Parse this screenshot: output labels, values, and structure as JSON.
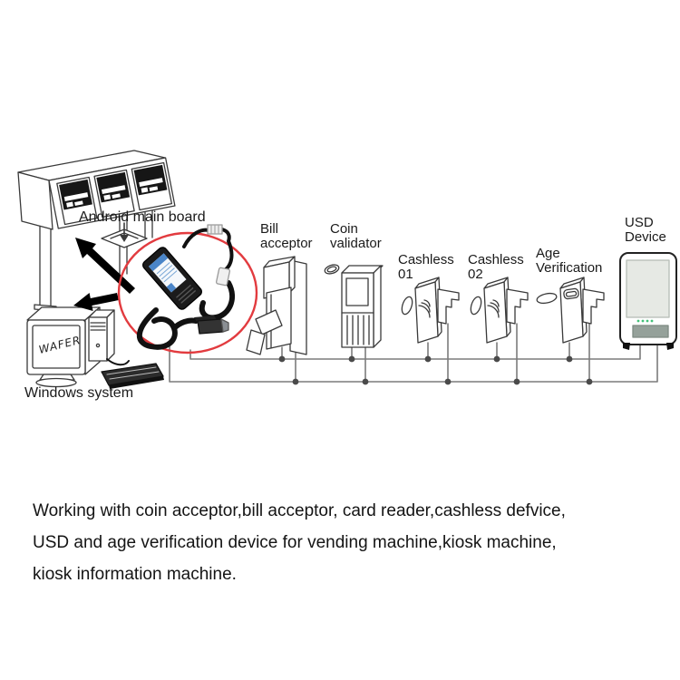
{
  "diagram": {
    "android_board": {
      "label": "Android main board"
    },
    "windows_system": {
      "label": "Windows system",
      "monitor_text": "WAFER"
    },
    "devices": [
      {
        "id": "bill-acceptor",
        "label_line1": "Bill",
        "label_line2": "acceptor"
      },
      {
        "id": "coin-validator",
        "label_line1": "Coin",
        "label_line2": "validator"
      },
      {
        "id": "cashless-01",
        "label_line1": "Cashless",
        "label_line2": "01"
      },
      {
        "id": "cashless-02",
        "label_line1": "Cashless",
        "label_line2": "02"
      },
      {
        "id": "age-verification",
        "label_line1": "Age",
        "label_line2": "Verification"
      },
      {
        "id": "usd-device",
        "label_line1": "USD",
        "label_line2": "Device"
      }
    ],
    "colors": {
      "highlight_circle_red": "#e23b3f",
      "bus_line_gray": "#7c7c7c",
      "line_art_ink": "#3a3a3a",
      "adapter_body_black": "#1b1b1b",
      "adapter_label_blue": "#4a85c8",
      "usd_screen_gray": "#e6e9e4",
      "usd_panel_gray": "#95a19a",
      "usd_led_green": "#44c27a"
    }
  },
  "description": {
    "line1": "Working with coin acceptor,bill acceptor, card reader,cashless defvice,",
    "line2": "USD and age verification device for vending machine,kiosk machine,",
    "line3": "kiosk information machine."
  }
}
